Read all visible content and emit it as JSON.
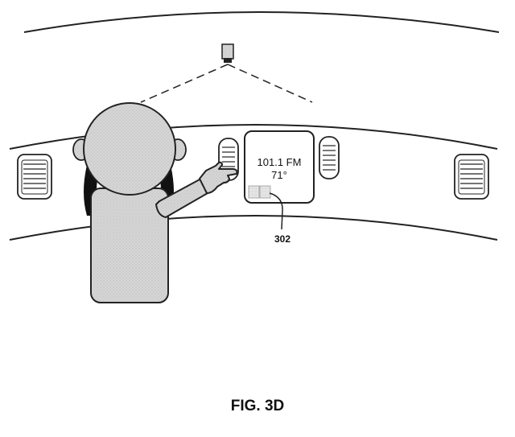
{
  "display": {
    "station": "101.1 FM",
    "temperature": "71°"
  },
  "callout": {
    "reference_number": "302"
  },
  "figure": {
    "label": "FIG. 3D"
  }
}
